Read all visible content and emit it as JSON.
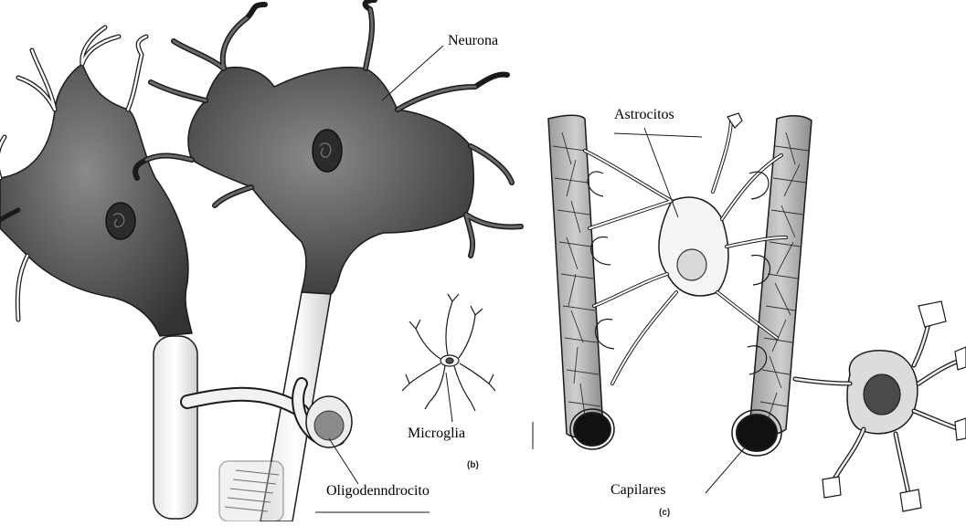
{
  "labels": {
    "neurona": "Neurona",
    "astrocitos": "Astrocitos",
    "microglia": "Microglia",
    "oligodendrocito": "Oligodenndrocito",
    "capilares": "Capilares"
  },
  "panel_letters": {
    "b": "(b)",
    "c": "(c)"
  },
  "colors": {
    "cell_dark": "#4a4a4a",
    "cell_mid": "#6e6e6e",
    "cell_light": "#bdbdbd",
    "outline": "#1a1a1a",
    "background": "#ffffff"
  }
}
